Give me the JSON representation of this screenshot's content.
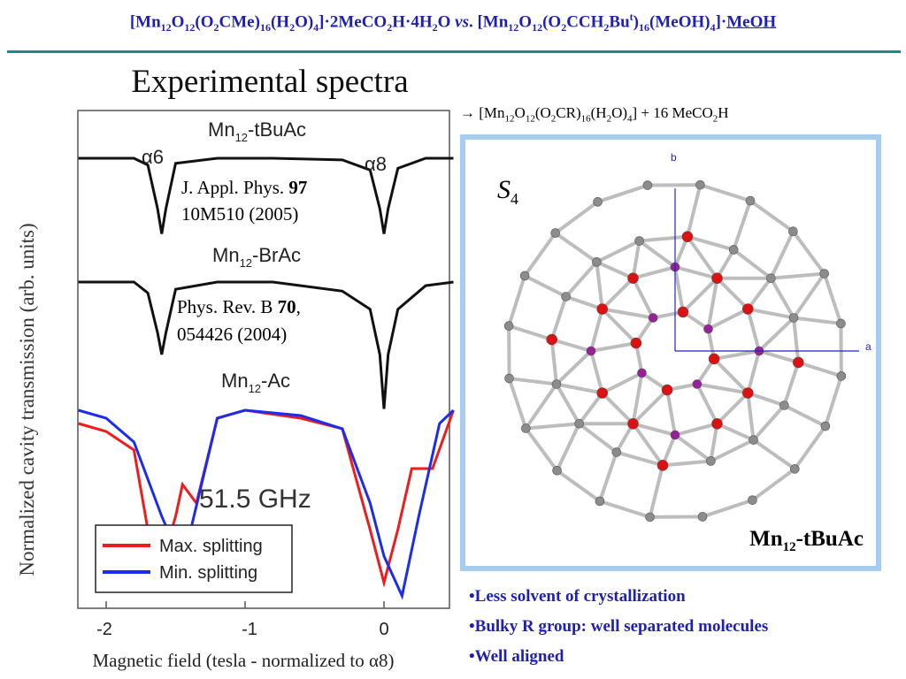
{
  "header": {
    "t1": "[Mn",
    "s1": "12",
    "t2": "O",
    "s2": "12",
    "t3": "(O",
    "s3": "2",
    "t4": "CMe)",
    "s4": "16",
    "t5": "(H",
    "s5": "2",
    "t6": "O)",
    "s6": "4",
    "t7": "]·2MeCO",
    "s7": "2",
    "t8": "H·4H",
    "s8": "2",
    "t9": "O ",
    "vs": "vs",
    "t10": ". [Mn",
    "s9": "12",
    "t11": "O",
    "s10": "12",
    "t12": "(O",
    "s11": "2",
    "t13": "CCH",
    "s12": "2",
    "t14": "Bu",
    "sup1": "t",
    "t15": ")",
    "s13": "16",
    "t16": "(MeOH)",
    "s14": "4",
    "t17": "]·",
    "meoh": "MeOH"
  },
  "spectra": {
    "heading": "Experimental spectra",
    "ylabel": "Normalized cavity transmission (arb. units)",
    "xlabel": "Magnetic field (tesla - normalized to α8)",
    "xticks": [
      "-2",
      "-1",
      "0"
    ],
    "trace_labels": {
      "tbu_pre": "Mn",
      "tbu_sub": "12",
      "tbu_post": "-tBuAc",
      "br_pre": "Mn",
      "br_sub": "12",
      "br_post": "-BrAc",
      "ac_pre": "Mn",
      "ac_sub": "12",
      "ac_post": "-Ac"
    },
    "alpha6": "α6",
    "alpha8": "α8",
    "ref1_line1_plain": "J. Appl. Phys. ",
    "ref1_line1_bold": "97",
    "ref1_line2": "10M510 (2005)",
    "ref2_line1_plain": "Phys. Rev. B ",
    "ref2_line1_bold": "70",
    "ref2_line1_end": ",",
    "ref2_line2": "054426 (2004)",
    "frequency": "51.5 GHz",
    "legend": [
      "Max. splitting",
      "Min. splitting"
    ],
    "colors": {
      "max": "#ee1c1c",
      "min": "#1c2cee",
      "black": "#111111"
    }
  },
  "chart_data": {
    "type": "line",
    "title": "Experimental spectra",
    "xlabel": "Magnetic field (tesla - normalized to α8)",
    "ylabel": "Normalized cavity transmission (arb. units)",
    "xlim": [
      -2.2,
      0.5
    ],
    "xticks": [
      -2,
      -1,
      0
    ],
    "annotation": "51.5 GHz",
    "legend": "bottom-left",
    "series": [
      {
        "name": "Mn12-tBuAc",
        "x": [
          -2.2,
          -1.8,
          -1.7,
          -1.63,
          -1.6,
          -1.57,
          -1.5,
          -1.2,
          -0.8,
          -0.3,
          -0.1,
          -0.03,
          0.0,
          0.03,
          0.1,
          0.3,
          0.5
        ],
        "y": [
          1.0,
          1.0,
          0.96,
          0.7,
          0.55,
          0.7,
          0.97,
          1.0,
          1.0,
          0.99,
          0.93,
          0.7,
          0.55,
          0.7,
          0.94,
          1.0,
          1.0
        ]
      },
      {
        "name": "Mn12-BrAc",
        "x": [
          -2.2,
          -1.8,
          -1.7,
          -1.63,
          -1.6,
          -1.57,
          -1.5,
          -1.2,
          -0.8,
          -0.3,
          -0.1,
          -0.03,
          0.0,
          0.03,
          0.1,
          0.3,
          0.5
        ],
        "y": [
          1.0,
          1.0,
          0.94,
          0.72,
          0.6,
          0.72,
          0.96,
          1.0,
          1.0,
          0.95,
          0.85,
          0.6,
          0.3,
          0.6,
          0.85,
          0.98,
          1.0
        ]
      },
      {
        "name": "Max. splitting",
        "x": [
          -2.2,
          -2.0,
          -1.8,
          -1.7,
          -1.6,
          -1.5,
          -1.45,
          -1.35,
          -1.2,
          -1.0,
          -0.6,
          -0.3,
          -0.1,
          0.0,
          0.1,
          0.2,
          0.35,
          0.5
        ],
        "y": [
          0.95,
          0.92,
          0.85,
          0.55,
          0.42,
          0.6,
          0.72,
          0.65,
          0.97,
          1.0,
          0.97,
          0.93,
          0.55,
          0.35,
          0.55,
          0.78,
          0.78,
          1.0
        ]
      },
      {
        "name": "Min. splitting",
        "x": [
          -2.2,
          -2.0,
          -1.8,
          -1.6,
          -1.45,
          -1.3,
          -1.2,
          -1.0,
          -0.6,
          -0.3,
          -0.1,
          0.0,
          0.13,
          0.25,
          0.4,
          0.5
        ],
        "y": [
          1.0,
          0.97,
          0.88,
          0.6,
          0.42,
          0.75,
          0.97,
          1.0,
          0.98,
          0.93,
          0.65,
          0.45,
          0.3,
          0.6,
          0.95,
          1.0
        ]
      }
    ]
  },
  "reaction": {
    "arrow": "→",
    "p1": "[Mn",
    "s1": "12",
    "p2": "O",
    "s2": "12",
    "p3": "(O",
    "s3": "2",
    "p4": "CR)",
    "s4": "16",
    "p5": "(H",
    "s5": "2",
    "p6": "O)",
    "s6": "4",
    "p7": "] + 16 MeCO",
    "s7": "2",
    "p8": "H"
  },
  "molecule": {
    "symmetry_base": "S",
    "symmetry_sub": "4",
    "axis_b": "b",
    "axis_a": "a",
    "name_pre": "Mn",
    "name_sub": "12",
    "name_post": "-tBuAc",
    "frame_color": "#a6cdf0"
  },
  "bullets": [
    "•Less solvent of crystallization",
    "•Bulky R group: well separated molecules",
    "•Well aligned"
  ]
}
